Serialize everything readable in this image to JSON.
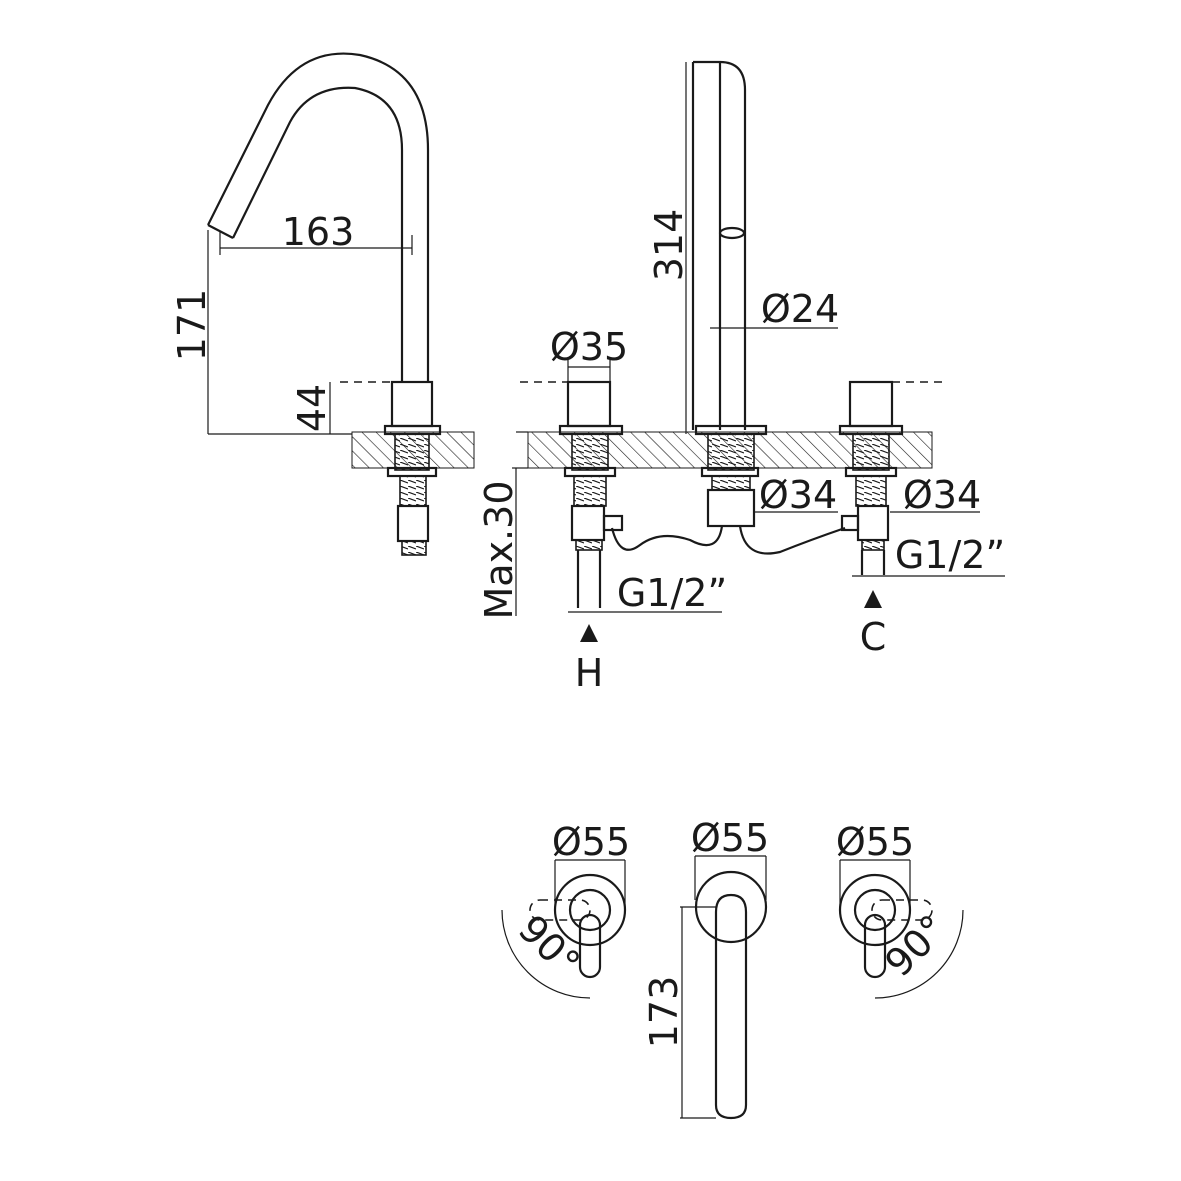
{
  "side_view": {
    "spout_reach": "163",
    "spout_height": "171",
    "body_height": "44"
  },
  "front_view": {
    "spout_height": "314",
    "spout_diameter": "Ø24",
    "handle_diameter": "Ø35",
    "spout_base_diameter": "Ø34",
    "valve_diameter": "Ø34",
    "max_deck_thickness": "Max.30",
    "hot_connection": "G1/2”",
    "cold_connection": "G1/2”",
    "hot_label": "H",
    "cold_label": "C"
  },
  "top_view": {
    "left_rosette": "Ø55",
    "spout_rosette": "Ø55",
    "right_rosette": "Ø55",
    "left_rotation": "90°",
    "right_rotation": "90°",
    "spout_projection": "173"
  }
}
